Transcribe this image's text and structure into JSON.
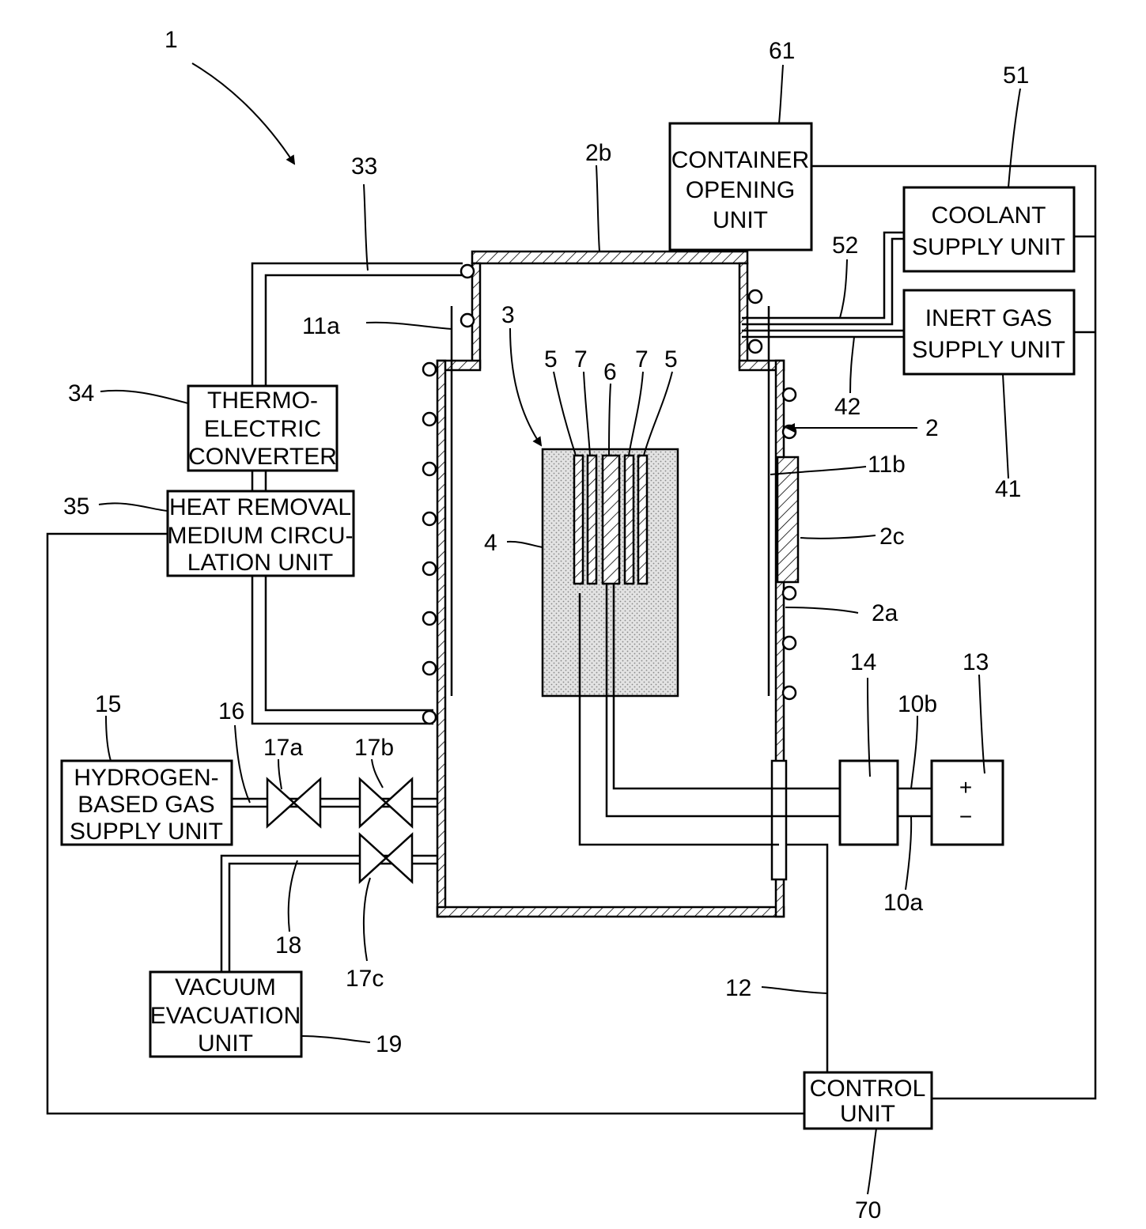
{
  "boxes": {
    "container_opening": [
      "CONTAINER",
      "OPENING",
      "UNIT"
    ],
    "coolant_supply": [
      "COOLANT",
      "SUPPLY UNIT"
    ],
    "inert_gas_supply": [
      "INERT GAS",
      "SUPPLY UNIT"
    ],
    "thermoelectric": [
      "THERMO-",
      "ELECTRIC",
      "CONVERTER"
    ],
    "heat_removal": [
      "HEAT REMOVAL",
      "MEDIUM CIRCU-",
      "LATION UNIT"
    ],
    "hydrogen_supply": [
      "HYDROGEN-",
      "BASED GAS",
      "SUPPLY UNIT"
    ],
    "vacuum_evacuation": [
      "VACUUM",
      "EVACUATION",
      "UNIT"
    ],
    "control": [
      "CONTROL",
      "UNIT"
    ]
  },
  "refs": {
    "r1": "1",
    "r2": "2",
    "r2a": "2a",
    "r2b": "2b",
    "r2c": "2c",
    "r3": "3",
    "r4": "4",
    "r5l": "5",
    "r5r": "5",
    "r6": "6",
    "r7l": "7",
    "r7r": "7",
    "r10a": "10a",
    "r10b": "10b",
    "r11a": "11a",
    "r11b": "11b",
    "r12": "12",
    "r13": "13",
    "r14": "14",
    "r15": "15",
    "r16": "16",
    "r17a": "17a",
    "r17b": "17b",
    "r17c": "17c",
    "r18": "18",
    "r19": "19",
    "r33": "33",
    "r34": "34",
    "r35": "35",
    "r41": "41",
    "r42": "42",
    "r51": "51",
    "r52": "52",
    "r61": "61",
    "r70": "70"
  },
  "symbols": {
    "plus": "+",
    "minus": "−"
  }
}
